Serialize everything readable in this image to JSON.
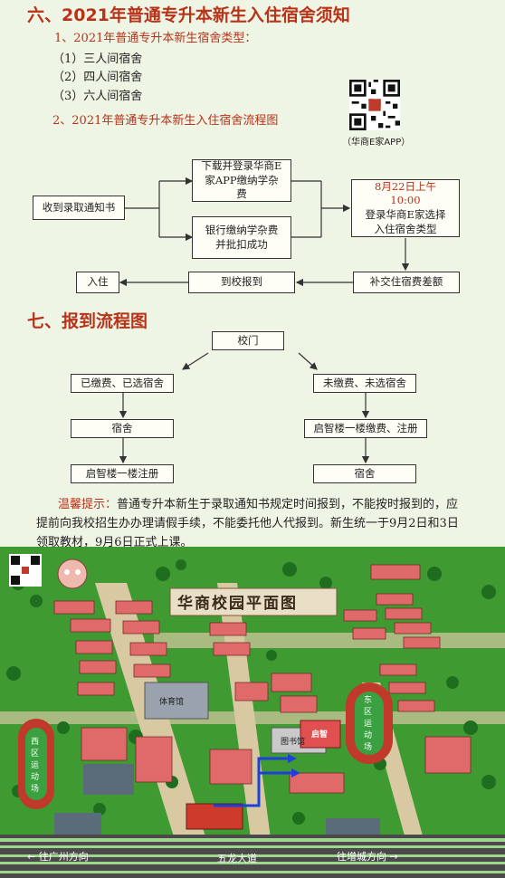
{
  "section6": {
    "title": "六、2021年普通专升本新生入住宿舍须知",
    "sub1": "1、2021年普通专升本新生宿舍类型：",
    "dorm_types": [
      "（1）三人间宿舍",
      "（2）四人间宿舍",
      "（3）六人间宿舍"
    ],
    "sub2": "2、2021年普通专升本新生入住宿舍流程图",
    "qr_caption": "（华商E家APP）",
    "flow": {
      "notice": "收到录取通知书",
      "download": "下载并登录华商E家APP缴纳学杂费",
      "bank": "银行缴纳学杂费并批扣成功",
      "aug22": "8月22日上午10:00",
      "select": "登录华商E家选择入住宿舍类型",
      "supplement": "补交住宿费差额",
      "report": "到校报到",
      "checkin": "入住"
    }
  },
  "section7": {
    "title": "七、报到流程图",
    "gate": "校门",
    "paid": "已缴费、已选宿舍",
    "unpaid": "未缴费、未选宿舍",
    "dorm_left": "宿舍",
    "register": "启智楼一楼注册",
    "pay_register": "启智楼一楼缴费、注册",
    "dorm_right": "宿舍"
  },
  "tip": {
    "label": "温馨提示：",
    "text": "普通专升本新生于录取通知书规定时间报到，不能按时报到的，应提前向我校招生办办理请假手续，不能委托他人代报到。新生统一于9月2日和3日领取教材，9月6日正式上课。"
  },
  "map": {
    "title": "华商校园平面图",
    "west_field": "西区运动场",
    "east_field": "东区运动场",
    "qizhi": "启智",
    "gym": "体育馆",
    "library": "图书馆",
    "road1": "← 往广州方向",
    "road2": "五龙大道",
    "road3": "往增城方向 →"
  }
}
